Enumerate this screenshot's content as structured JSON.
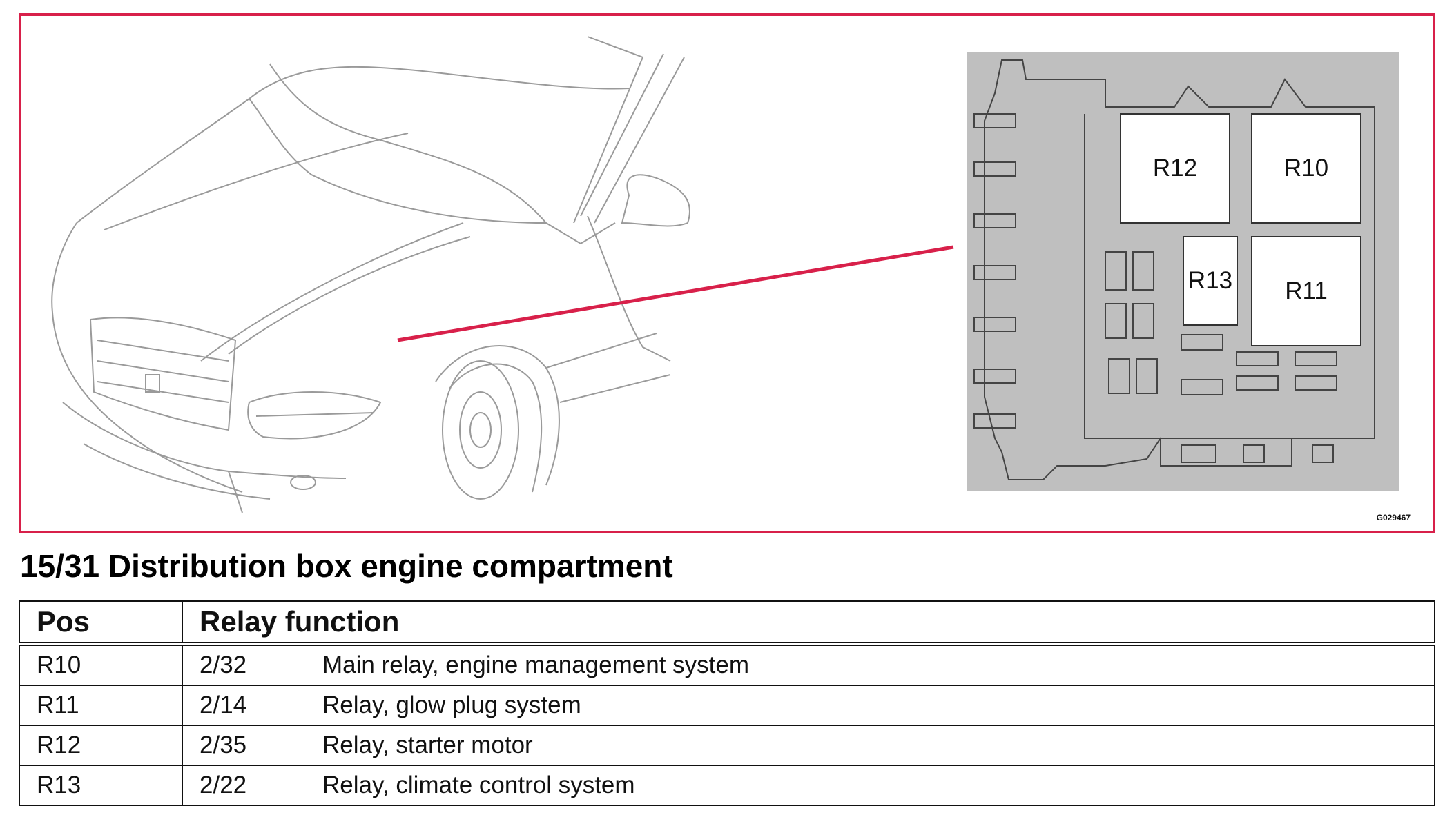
{
  "figure": {
    "code": "G029467",
    "relays": [
      {
        "id": "R12",
        "label": "R12"
      },
      {
        "id": "R10",
        "label": "R10"
      },
      {
        "id": "R13",
        "label": "R13"
      },
      {
        "id": "R11",
        "label": "R11"
      }
    ],
    "colors": {
      "frame": "#d8204a",
      "box": "#bfbfbf",
      "relay": "#ffffff",
      "pointer": "#d8204a"
    }
  },
  "title": "15/31 Distribution box engine compartment",
  "table": {
    "headers": {
      "pos": "Pos",
      "function": "Relay function"
    },
    "rows": [
      {
        "pos": "R10",
        "code": "2/32",
        "description": "Main relay, engine management system"
      },
      {
        "pos": "R11",
        "code": "2/14",
        "description": "Relay, glow plug system"
      },
      {
        "pos": "R12",
        "code": "2/35",
        "description": "Relay, starter motor"
      },
      {
        "pos": "R13",
        "code": "2/22",
        "description": "Relay, climate control system"
      }
    ]
  }
}
